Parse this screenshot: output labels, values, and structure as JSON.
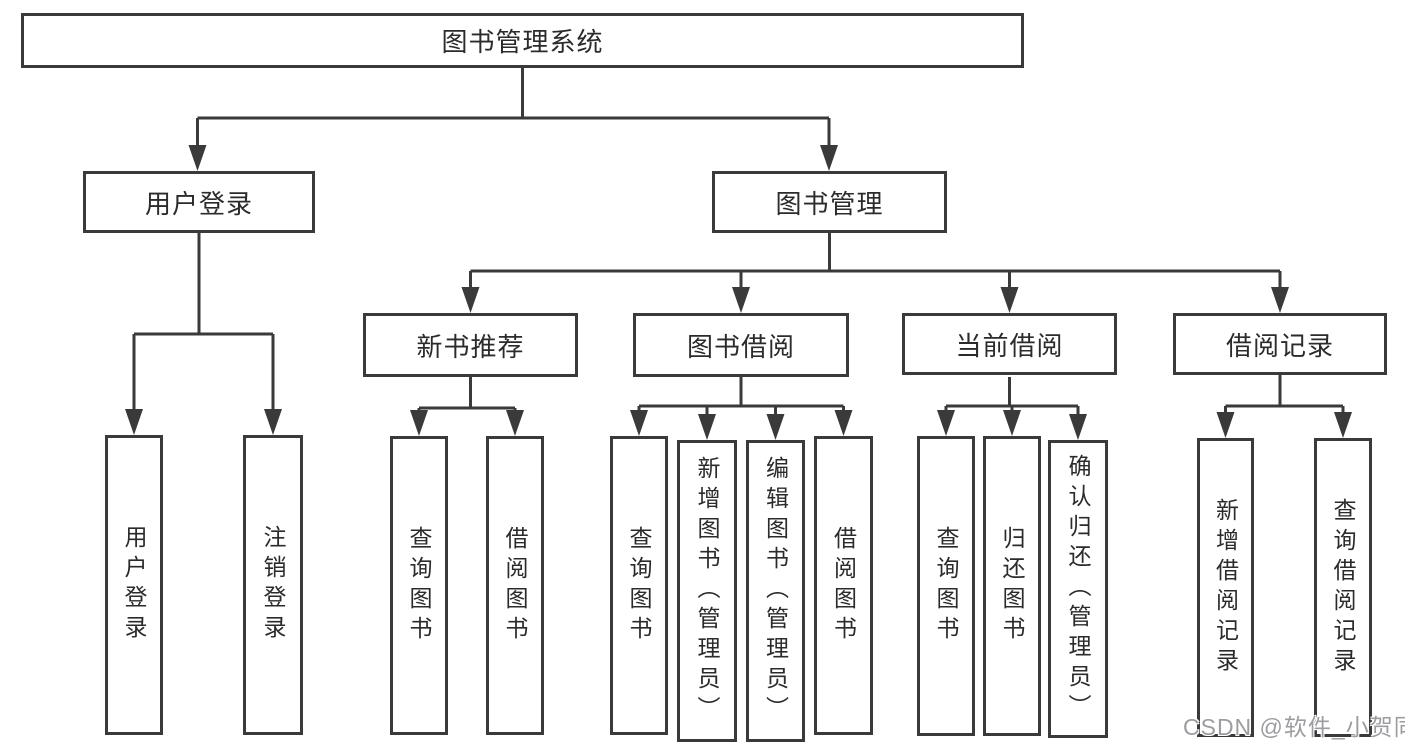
{
  "colors": {
    "line": "#3a3a3a",
    "box_border": "#3a3a3a",
    "text": "#2b2b2b",
    "background": "#ffffff",
    "watermark": "#949499"
  },
  "watermark": {
    "text": "CSDN @软件_小贺同学"
  },
  "tree": {
    "nodes": {
      "root": {
        "label": "图书管理系统"
      },
      "user-login": {
        "label": "用户登录"
      },
      "book-management": {
        "label": "图书管理"
      },
      "user-login-leaf": {
        "label": "用户登录"
      },
      "logout": {
        "label": "注销登录"
      },
      "new-book-recommend": {
        "label": "新书推荐"
      },
      "book-borrow": {
        "label": "图书借阅"
      },
      "current-borrow": {
        "label": "当前借阅"
      },
      "borrow-records": {
        "label": "借阅记录"
      },
      "query-books-1": {
        "label": "查询图书"
      },
      "borrow-books-1": {
        "label": "借阅图书"
      },
      "query-books-2": {
        "label": "查询图书"
      },
      "add-book-admin": {
        "label": "新增图书（管理员）"
      },
      "edit-book-admin": {
        "label": "编辑图书（管理员）"
      },
      "borrow-books-2": {
        "label": "借阅图书"
      },
      "query-books-3": {
        "label": "查询图书"
      },
      "return-books": {
        "label": "归还图书"
      },
      "confirm-return-admin": {
        "label": "确认归还（管理员）"
      },
      "add-borrow-record": {
        "label": "新增借阅记录"
      },
      "query-borrow-record": {
        "label": "查询借阅记录"
      }
    },
    "edges": [
      {
        "from": "root",
        "to": [
          "user-login",
          "book-management"
        ]
      },
      {
        "from": "user-login",
        "to": [
          "user-login-leaf",
          "logout"
        ]
      },
      {
        "from": "book-management",
        "to": [
          "new-book-recommend",
          "book-borrow",
          "current-borrow",
          "borrow-records"
        ]
      },
      {
        "from": "new-book-recommend",
        "to": [
          "query-books-1",
          "borrow-books-1"
        ]
      },
      {
        "from": "book-borrow",
        "to": [
          "query-books-2",
          "add-book-admin",
          "edit-book-admin",
          "borrow-books-2"
        ]
      },
      {
        "from": "current-borrow",
        "to": [
          "query-books-3",
          "return-books",
          "confirm-return-admin"
        ]
      },
      {
        "from": "borrow-records",
        "to": [
          "add-borrow-record",
          "query-borrow-record"
        ]
      }
    ]
  }
}
